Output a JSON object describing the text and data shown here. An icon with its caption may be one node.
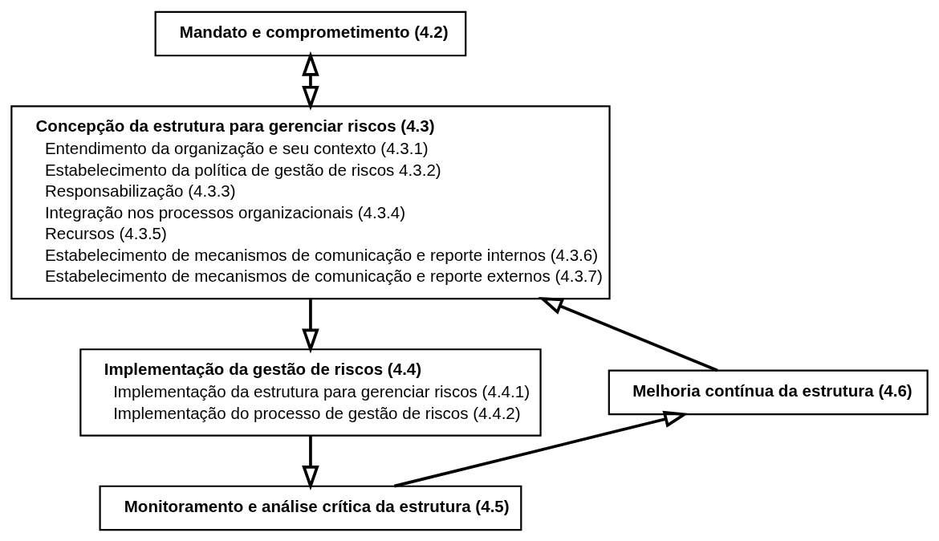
{
  "diagram": {
    "nodes": [
      {
        "text": [
          "Mandato e comprometimento (4.2)"
        ]
      },
      {
        "text": [
          "Concepção da estrutura para gerenciar riscos (4.3)",
          "Entendimento da organização e seu contexto (4.3.1)",
          "Estabelecimento da política de gestão de riscos 4.3.2)",
          "Responsabilização (4.3.3)",
          "Integração nos processos organizacionais (4.3.4)",
          "Recursos (4.3.5)",
          "Estabelecimento de mecanismos de comunicação e reporte internos (4.3.6)",
          "Estabelecimento de mecanismos de comunicação e reporte externos (4.3.7)"
        ]
      },
      {
        "text": [
          "Implementação da gestão de riscos (4.4)",
          "Implementação da estrutura para gerenciar riscos (4.4.1)",
          "Implementação do processo de gestão de riscos (4.4.2)"
        ]
      },
      {
        "text": [
          "Monitoramento e análise crítica da estrutura (4.5)"
        ]
      },
      {
        "text": [
          "Melhoria contínua da estrutura (4.6)"
        ]
      }
    ],
    "edges": [
      {
        "from": 0,
        "to": 1,
        "arrow": "both"
      },
      {
        "from": 1,
        "to": 2,
        "arrow": "to"
      },
      {
        "from": 2,
        "to": 3,
        "arrow": "to"
      },
      {
        "from": 3,
        "to": 4,
        "arrow": "to"
      },
      {
        "from": 4,
        "to": 1,
        "arrow": "to"
      }
    ]
  }
}
